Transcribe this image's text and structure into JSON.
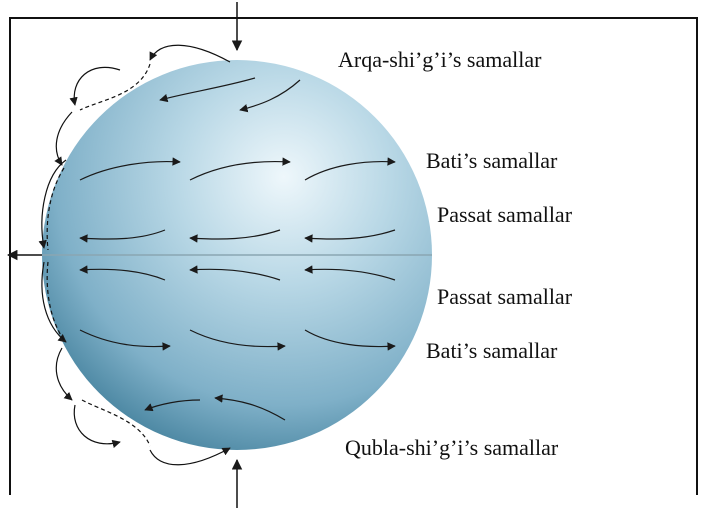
{
  "diagram": {
    "labels": {
      "north_polar": "Arqa-shi’g’i’s samallar",
      "north_westerlies": "Bati’s samallar",
      "north_trades": "Passat samallar",
      "south_trades": "Passat samallar",
      "south_westerlies": "Bati’s samallar",
      "south_polar": "Qubla-shi’g’i’s samallar"
    },
    "colors": {
      "globe_highlight": "#e8f3f8",
      "globe_mid": "#9ec6d8",
      "globe_shadow": "#3f7d99",
      "arrow": "#1a1a1a",
      "frame": "#111111"
    }
  }
}
